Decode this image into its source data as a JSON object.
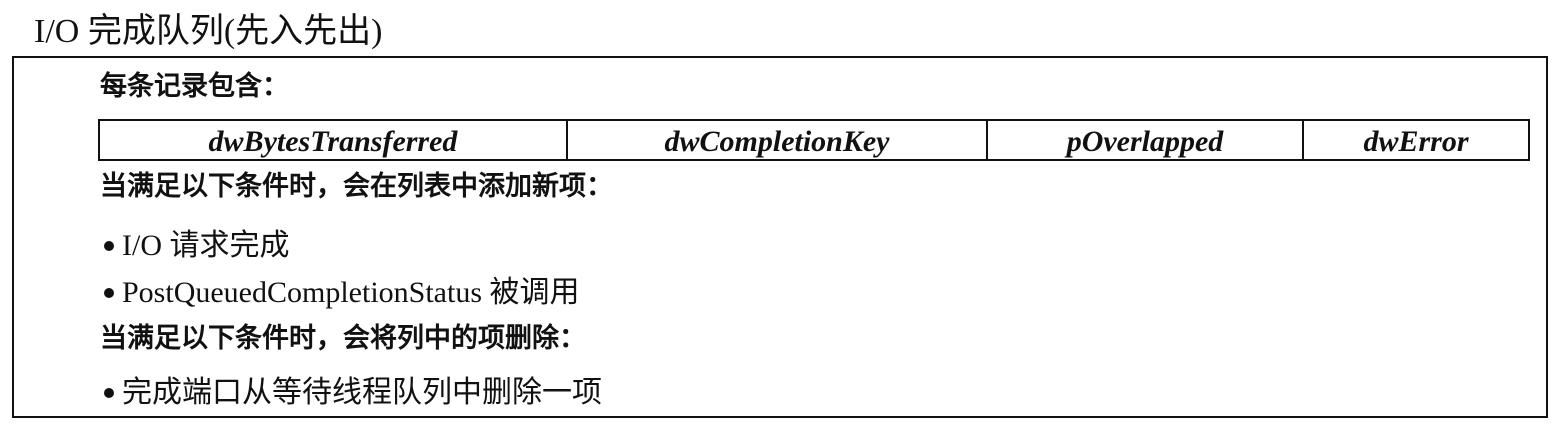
{
  "title": "I/O 完成队列(先入先出)",
  "record_heading": "每条记录包含：",
  "record_fields": [
    "dwBytesTransferred",
    "dwCompletionKey",
    "pOverlapped",
    "dwError"
  ],
  "add_heading": "当满足以下条件时，会在列表中添加新项：",
  "add_items": [
    "I/O 请求完成",
    "PostQueuedCompletionStatus 被调用"
  ],
  "remove_heading": "当满足以下条件时，会将列中的项删除：",
  "remove_items": [
    "完成端口从等待线程队列中删除一项"
  ]
}
